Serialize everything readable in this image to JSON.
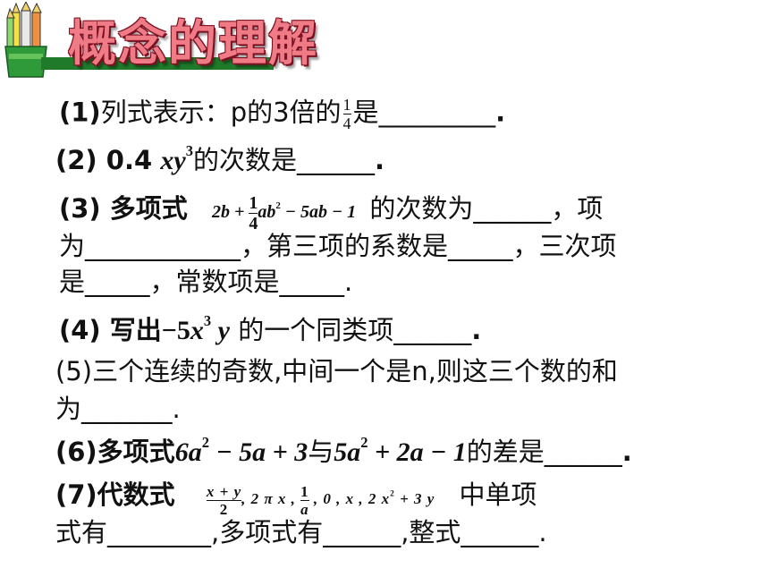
{
  "header": {
    "title": "概念的理解"
  },
  "q1": {
    "label": "(1)",
    "text": "列式表示：p的3倍的",
    "frac_num": "1",
    "frac_den": "4",
    "suffix": "是",
    "blank": "_________",
    "end": "."
  },
  "q2": {
    "label": "(2) 0.4",
    "expr": "xy",
    "exp": "3",
    "text": "的次数是",
    "blank": "______",
    "end": "."
  },
  "q3": {
    "label": "(3) 多项式",
    "expr_a": "2b +",
    "frac_num": "1",
    "frac_den": "4",
    "expr_b": "ab",
    "exp": "2",
    "expr_c": "− 5ab − 1",
    "line1_text": "的次数为______，项",
    "line2": "为____________，第三项的系数是_____，三次项",
    "line3": "是_____，常数项是_____."
  },
  "q4": {
    "label": "(4) 写出",
    "expr_a": "−5",
    "expr_b": "x",
    "exp": "3",
    "expr_c": "y",
    "text": "的一个同类项",
    "blank": "______",
    "end": "."
  },
  "q5": {
    "line1": "(5)三个连续的奇数,中间一个是n,则这三个数的和",
    "line2": "为_______."
  },
  "q6": {
    "label": "(6)多项式",
    "p1_a": "6a",
    "p1_exp": "2",
    "p1_b": "− 5a + 3",
    "mid": "与",
    "p2_a": "5a",
    "p2_exp": "2",
    "p2_b": "+ 2a − 1",
    "text": "的差是",
    "blank": "______",
    "end": "."
  },
  "q7": {
    "label": "(7)代数式",
    "f1_num": "x + y",
    "f1_den": "2",
    "list_a": ", 2 π x ,",
    "f2_num": "1",
    "f2_den": "a",
    "list_b": ", 0 , x , 2 x",
    "list_exp": "2",
    "list_c": "+ 3 y",
    "text1": "中单项",
    "line2": "式有________,多项式有______,整式______."
  }
}
